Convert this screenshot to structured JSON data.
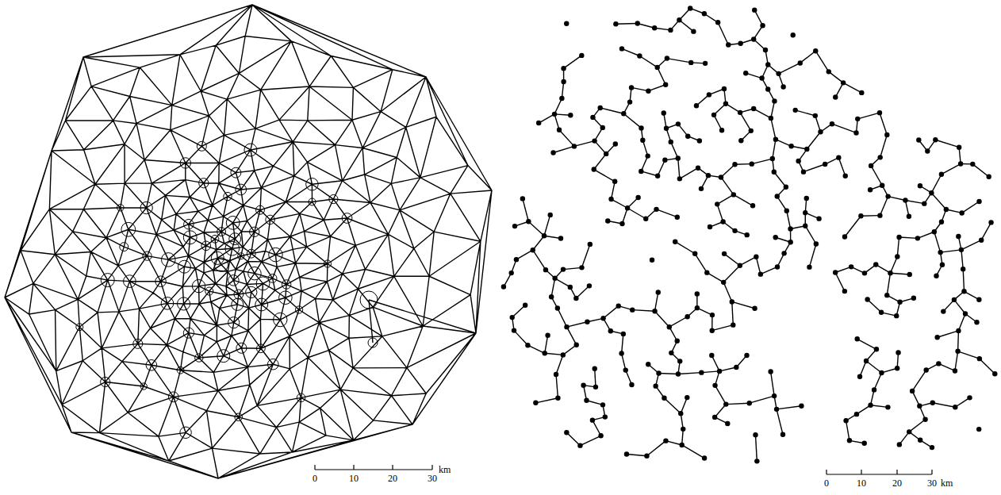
{
  "diagram": {
    "labels": [
      "0",
      "10",
      "20",
      "30",
      "km",
      "0",
      "10",
      "20",
      "30",
      "km"
    ]
  }
}
